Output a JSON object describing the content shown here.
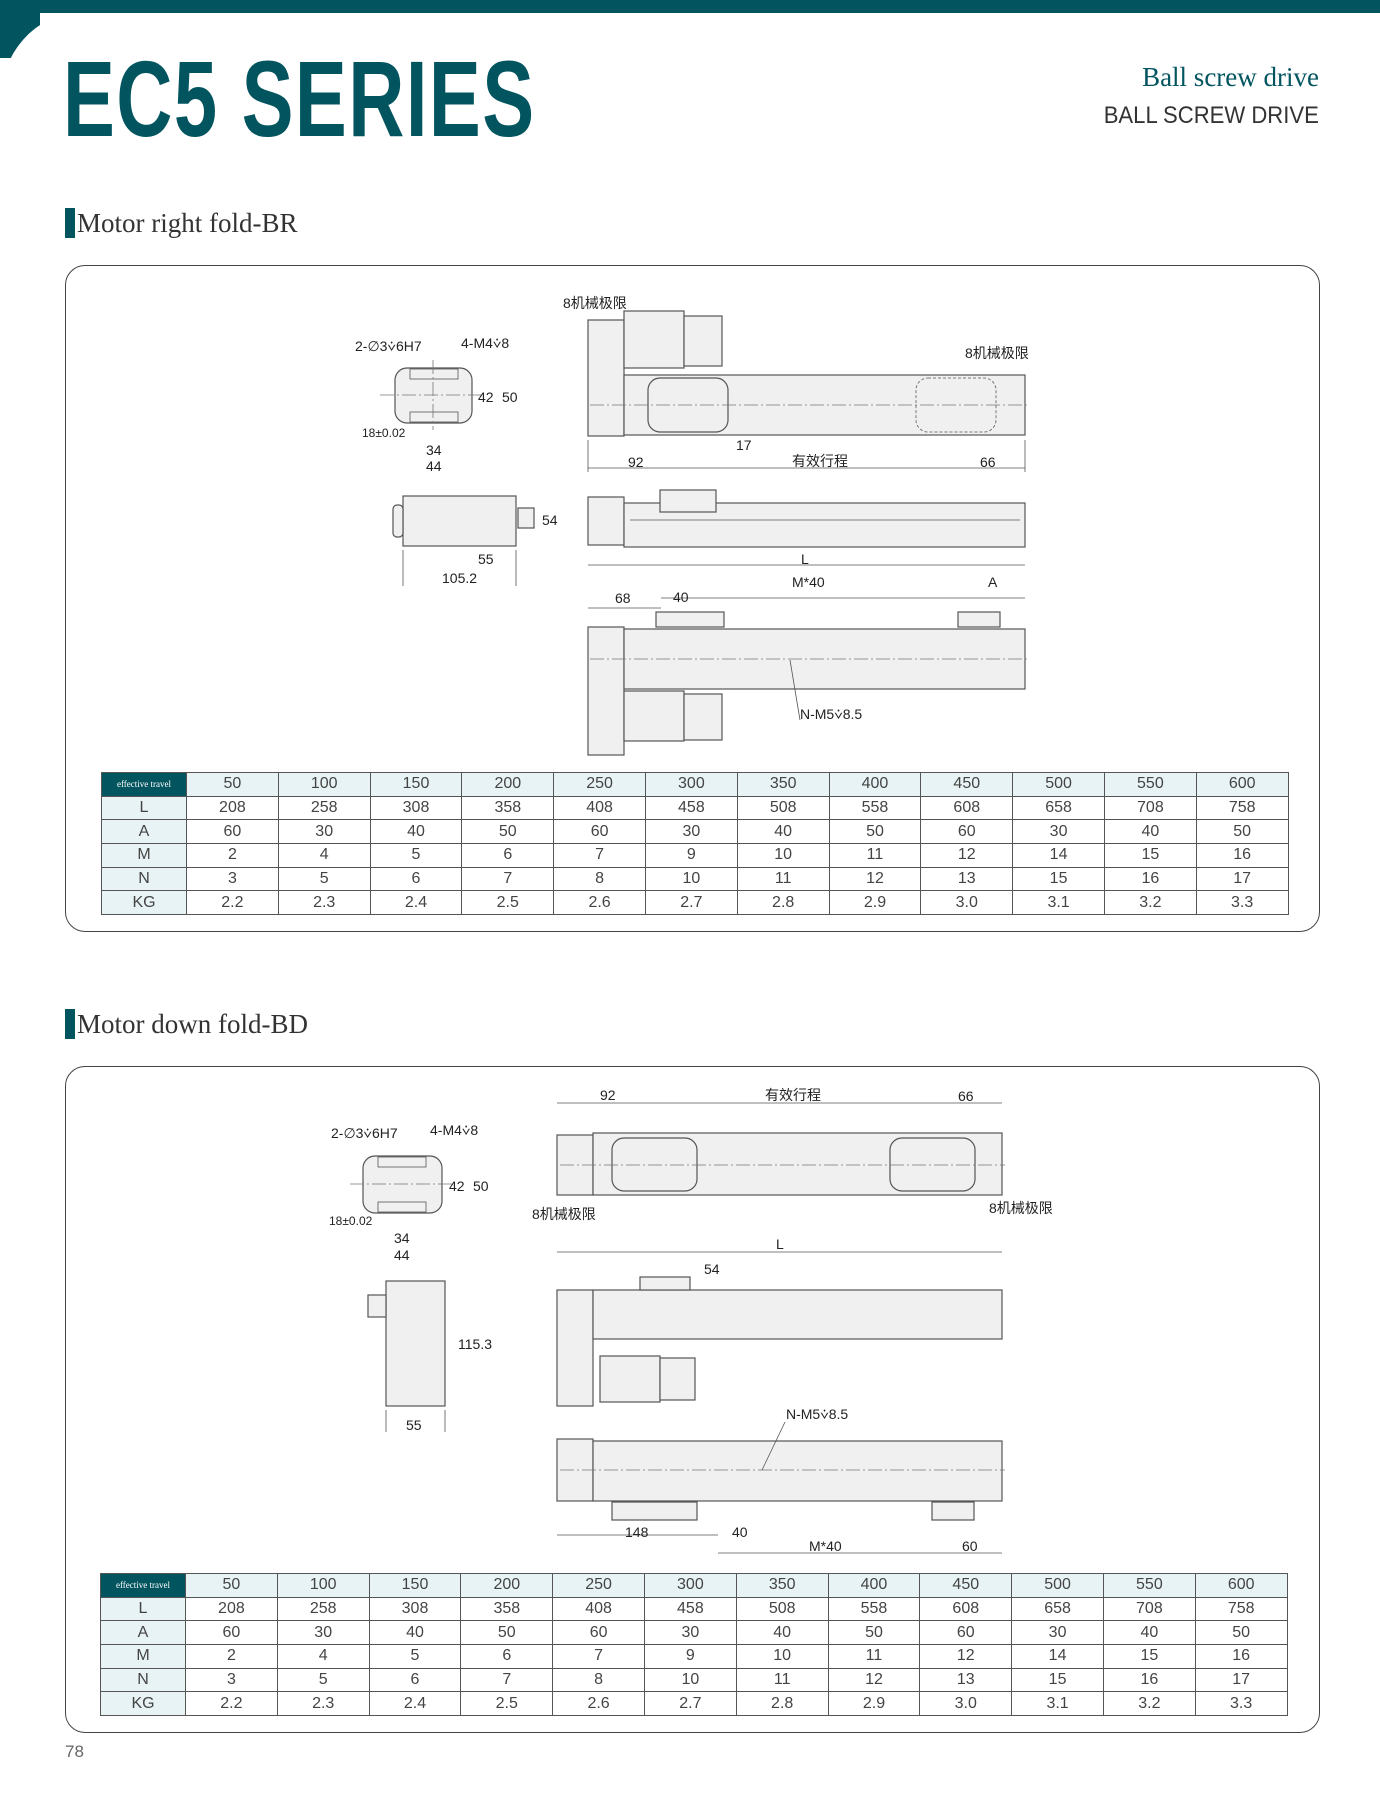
{
  "header": {
    "title": "EC5 SERIES",
    "subtitle_en": "Ball screw drive",
    "subtitle_caps": "BALL SCREW DRIVE"
  },
  "sections": [
    {
      "heading": "Motor right fold-BR",
      "labels": {
        "mech_limit_1": "8机械极限",
        "mech_limit_2": "8机械极限",
        "pin_holes": "2-∅3⩒6H7",
        "tap_holes": "4-M4⩒8",
        "dim_42": "42",
        "dim_50": "50",
        "dim_18": "18±0.02",
        "dim_34": "34",
        "dim_44": "44",
        "dim_92": "92",
        "dim_17": "17",
        "stroke": "有效行程",
        "dim_66": "66",
        "dim_54": "54",
        "dim_55": "55",
        "dim_105": "105.2",
        "dim_L": "L",
        "dim_M40": "M*40",
        "dim_A": "A",
        "dim_68": "68",
        "dim_40": "40",
        "base_holes": "N-M5⩒8.5"
      }
    },
    {
      "heading": "Motor down fold-BD",
      "labels": {
        "mech_limit_1": "8机械极限",
        "mech_limit_2": "8机械极限",
        "pin_holes": "2-∅3⩒6H7",
        "tap_holes": "4-M4⩒8",
        "dim_42": "42",
        "dim_50": "50",
        "dim_18": "18±0.02",
        "dim_34": "34",
        "dim_44": "44",
        "dim_92": "92",
        "stroke": "有效行程",
        "dim_66": "66",
        "dim_115": "115.3",
        "dim_55": "55",
        "dim_L": "L",
        "dim_54": "54",
        "base_holes": "N-M5⩒8.5",
        "dim_148": "148",
        "dim_40": "40",
        "dim_M40": "M*40",
        "dim_60": "60"
      }
    }
  ],
  "table": {
    "header": "effective travel",
    "travel": [
      "50",
      "100",
      "150",
      "200",
      "250",
      "300",
      "350",
      "400",
      "450",
      "500",
      "550",
      "600"
    ],
    "rows": [
      {
        "label": "L",
        "values": [
          "208",
          "258",
          "308",
          "358",
          "408",
          "458",
          "508",
          "558",
          "608",
          "658",
          "708",
          "758"
        ]
      },
      {
        "label": "A",
        "values": [
          "60",
          "30",
          "40",
          "50",
          "60",
          "30",
          "40",
          "50",
          "60",
          "30",
          "40",
          "50"
        ]
      },
      {
        "label": "M",
        "values": [
          "2",
          "4",
          "5",
          "6",
          "7",
          "9",
          "10",
          "11",
          "12",
          "14",
          "15",
          "16"
        ]
      },
      {
        "label": "N",
        "values": [
          "3",
          "5",
          "6",
          "7",
          "8",
          "10",
          "11",
          "12",
          "13",
          "15",
          "16",
          "17"
        ]
      },
      {
        "label": "KG",
        "values": [
          "2.2",
          "2.3",
          "2.4",
          "2.5",
          "2.6",
          "2.7",
          "2.8",
          "2.9",
          "3.0",
          "3.1",
          "3.2",
          "3.3"
        ]
      }
    ]
  },
  "page_number": "78",
  "colors": {
    "brand": "#02555f",
    "header_cell": "#e8f3f5"
  }
}
